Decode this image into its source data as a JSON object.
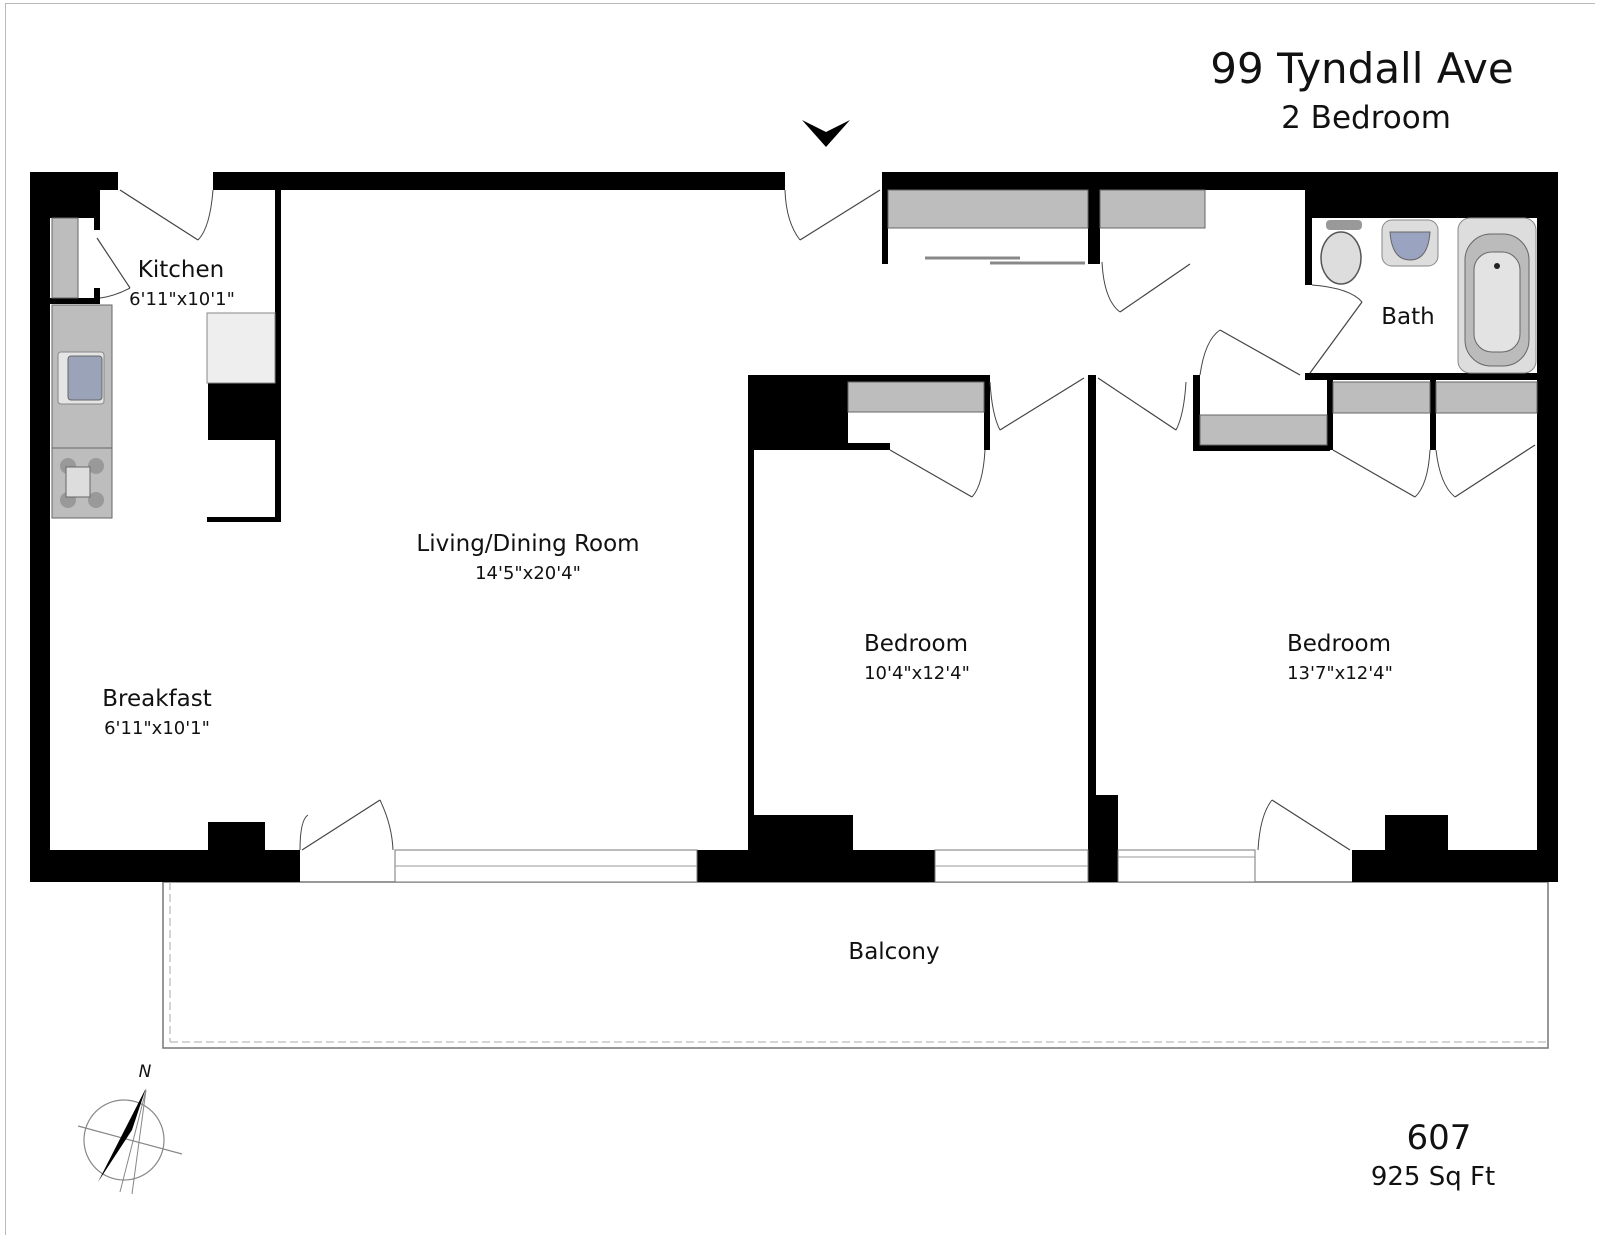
{
  "header": {
    "address": "99 Tyndall Ave",
    "unit_type": "2 Bedroom"
  },
  "rooms": [
    {
      "name": "Kitchen",
      "dimensions": "6'11\"x10'1\""
    },
    {
      "name": "Living/Dining Room",
      "dimensions": "14'5\"x20'4\""
    },
    {
      "name": "Breakfast",
      "dimensions": "6'11\"x10'1\""
    },
    {
      "name": "Bedroom",
      "dimensions": "10'4\"x12'4\""
    },
    {
      "name": "Bedroom",
      "dimensions": "13'7\"x12'4\""
    },
    {
      "name": "Bath"
    },
    {
      "name": "Balcony"
    }
  ],
  "compass": {
    "label": "N"
  },
  "footer": {
    "unit_number": "607",
    "area": "925 Sq Ft"
  }
}
